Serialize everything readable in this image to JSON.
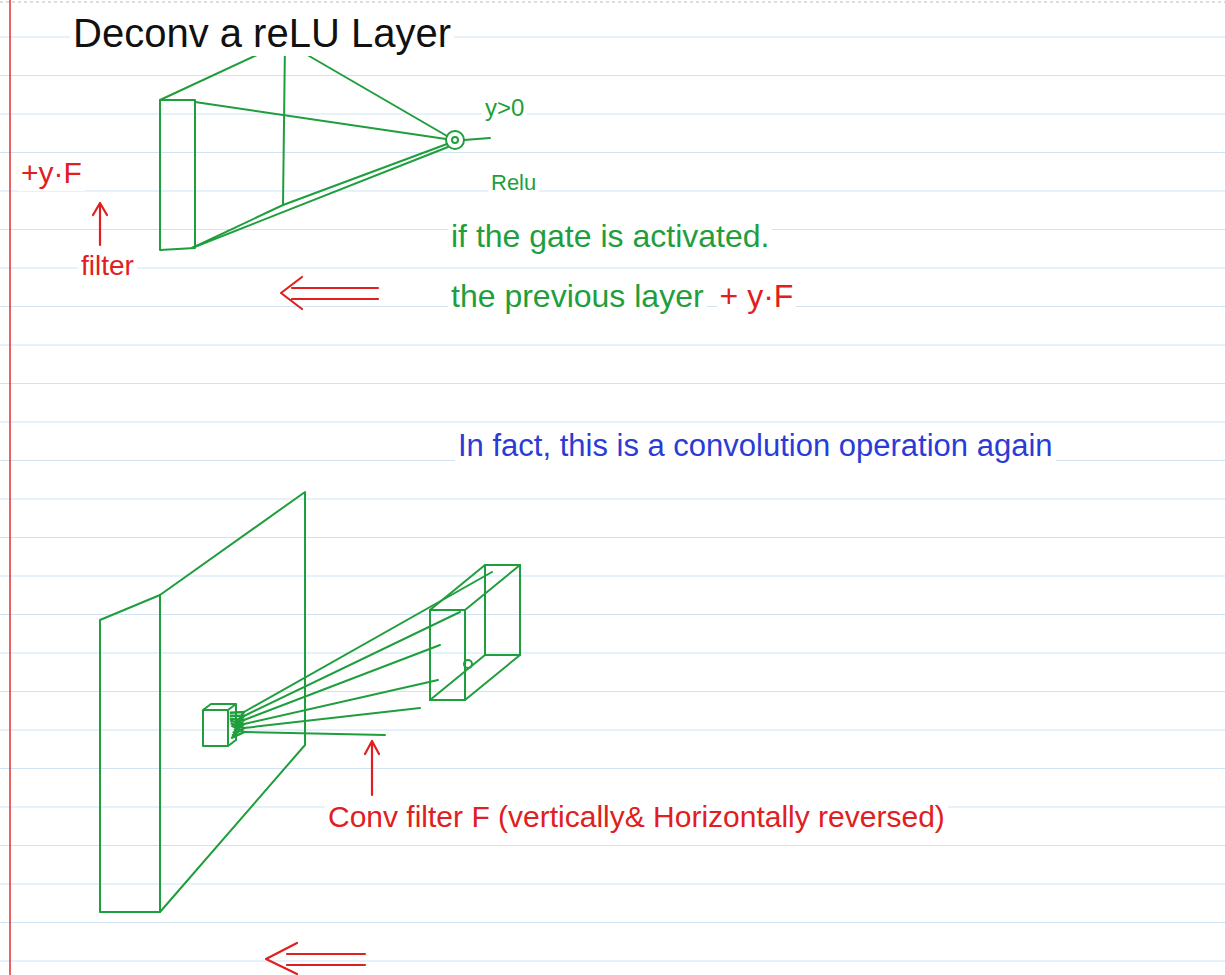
{
  "diagram": {
    "title": "Deconv a reLU Layer",
    "labels": [
      "y>0",
      "+y·F",
      "filter",
      "Relu",
      "if the gate is activated.",
      "the previous layer",
      "+ y·F",
      "In fact, this is a convolution operation again",
      "Conv filter F (vertically& Horizontally reversed)"
    ]
  }
}
